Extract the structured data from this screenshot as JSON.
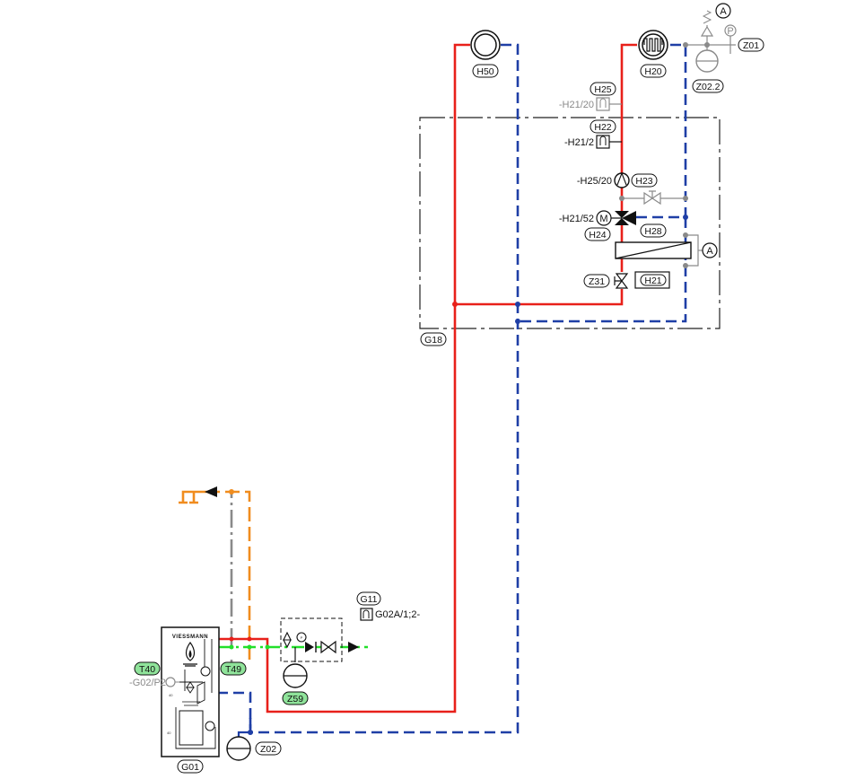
{
  "colors": {
    "supply": "#e8201a",
    "return": "#1f3fa6",
    "gas": "#22e02a",
    "dhw": "#f08c1e",
    "cold_water": "#8a8a8a",
    "frame": "#222222",
    "badge_green": "#8fe39a"
  },
  "components": {
    "H50": "H50",
    "H20": "H20",
    "H25": "H25",
    "H22": "H22",
    "H23": "H23",
    "H24": "H24",
    "H28": "H28",
    "H21": "H21",
    "Z31": "Z31",
    "Z01": "Z01",
    "Z02_2": "Z02.2",
    "G18": "G18",
    "G11": "G11",
    "T40": "T40",
    "T49": "T49",
    "Z59": "Z59",
    "Z02": "Z02",
    "G01": "G01"
  },
  "references": {
    "h21_20": "-H21/20",
    "h21_2": "-H21/2",
    "h25_20": "-H25/20",
    "h21_52": "-H21/52",
    "g02a": "G02A/1;2-",
    "g02_p2": "-G02/P2"
  },
  "symbols": {
    "point_a": "A",
    "pressure_p": "P",
    "motor_m": "M"
  },
  "boiler": {
    "brand": "VIESSMANN"
  }
}
